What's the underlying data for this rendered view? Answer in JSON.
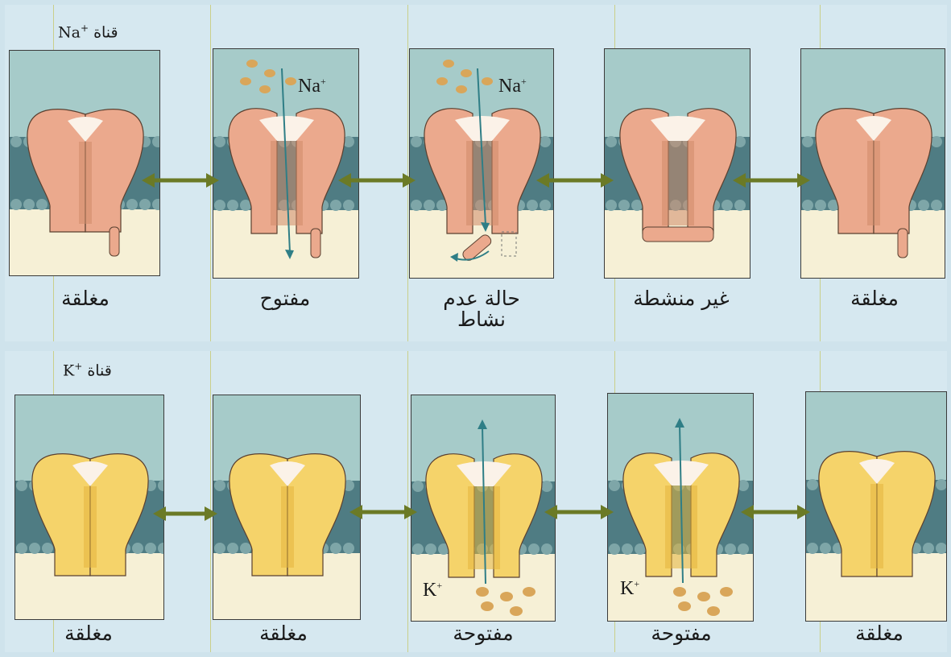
{
  "na_channel": {
    "title_word": "قناة",
    "title_ion": "Na",
    "title_charge": "+",
    "ion_label": "Na",
    "ion_charge": "+",
    "states": [
      {
        "label": "مغلقة"
      },
      {
        "label": "مفتوح"
      },
      {
        "label": "حالة عدم نشاط"
      },
      {
        "label": "غير منشطة"
      },
      {
        "label": "مغلقة"
      }
    ]
  },
  "k_channel": {
    "title_word": "قناة",
    "title_ion": "K",
    "title_charge": "+",
    "ion_label": "K",
    "ion_charge": "+",
    "states": [
      {
        "label": "مغلقة"
      },
      {
        "label": "مغلقة"
      },
      {
        "label": "مفتوحة"
      },
      {
        "label": "مفتوحة"
      },
      {
        "label": "مغلقة"
      }
    ]
  },
  "colors": {
    "na_protein": "#eba98d",
    "na_protein_dark": "#cf8a6a",
    "k_protein": "#f5d36a",
    "k_protein_dark": "#e4b43c",
    "membrane": "#4f7c83",
    "membrane_head": "#7ea6a8",
    "extracellular": "#a6cbc9",
    "intracellular": "#f6f0d6",
    "arrow": "#6b7a26",
    "ion": "#d9a65a"
  }
}
